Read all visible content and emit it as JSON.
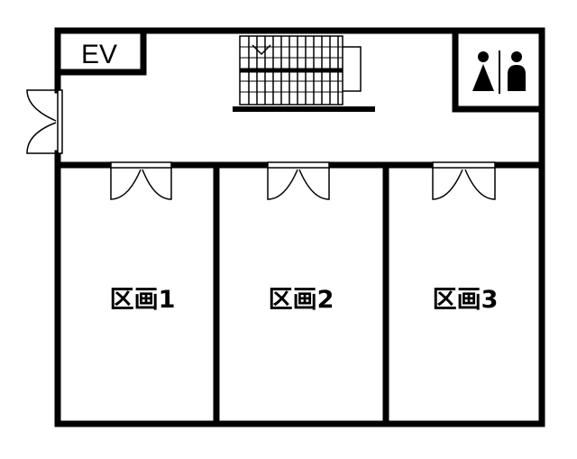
{
  "floorplan": {
    "elevator_label": "EV",
    "restroom_icon": "restroom-icon",
    "stairs_icon": "stairs-icon",
    "door_icon": "double-door-icon",
    "rooms": [
      {
        "label": "区画1"
      },
      {
        "label": "区画2"
      },
      {
        "label": "区画3"
      }
    ],
    "colors": {
      "wall": "#000000",
      "background": "#ffffff"
    }
  }
}
